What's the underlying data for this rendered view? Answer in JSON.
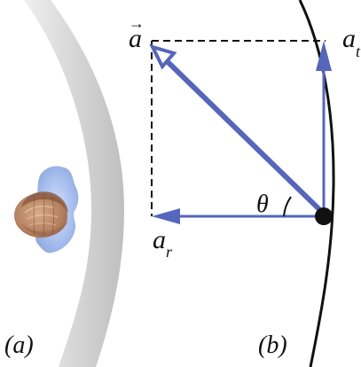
{
  "diagram": {
    "labels": {
      "vector_a": "a",
      "vector_arrow": "→",
      "a_r_main": "a",
      "a_r_sub": "r",
      "a_t_main": "a",
      "a_t_sub": "t",
      "theta": "θ",
      "panel_a": "(a)",
      "panel_b": "(b)"
    },
    "colors": {
      "arrow_blue": "#5566bb",
      "curve_black": "#111111",
      "tube_gray": "#cfcfcf",
      "face_brown": "#b9876a",
      "cloud_blue": "#9bb3e8"
    }
  }
}
